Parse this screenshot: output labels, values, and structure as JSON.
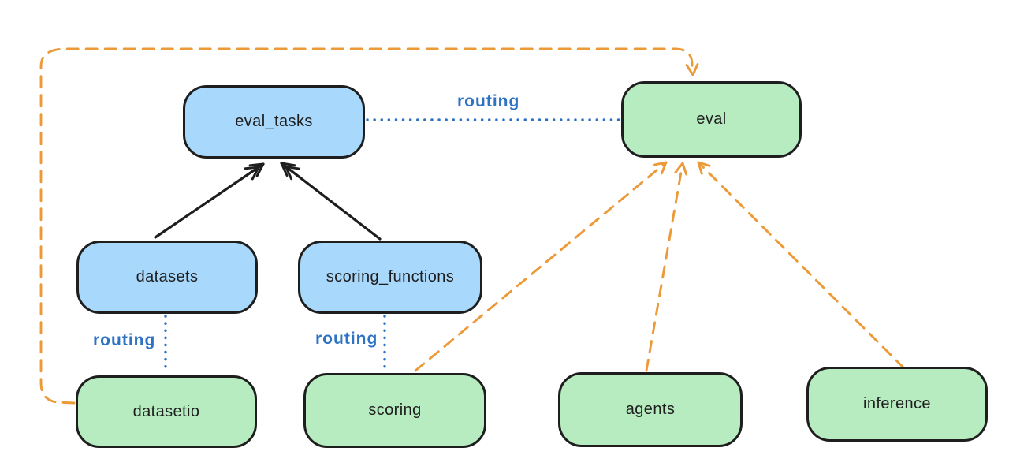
{
  "diagram": {
    "colors": {
      "blue_fill": "#a8d8fb",
      "green_fill": "#b7ecc0",
      "node_stroke": "#1e1e1e",
      "routing_blue": "#2e72c4",
      "orange_line": "#ec9a38"
    },
    "nodes": [
      {
        "id": "eval_tasks",
        "label": "eval_tasks",
        "color": "blue"
      },
      {
        "id": "eval",
        "label": "eval",
        "color": "green"
      },
      {
        "id": "datasets",
        "label": "datasets",
        "color": "blue"
      },
      {
        "id": "scoring_functions",
        "label": "scoring_functions",
        "color": "blue"
      },
      {
        "id": "datasetio",
        "label": "datasetio",
        "color": "green"
      },
      {
        "id": "scoring",
        "label": "scoring",
        "color": "green"
      },
      {
        "id": "agents",
        "label": "agents",
        "color": "green"
      },
      {
        "id": "inference",
        "label": "inference",
        "color": "green"
      }
    ],
    "edges": [
      {
        "from": "datasets",
        "to": "eval_tasks",
        "style": "solid-black-arrow",
        "label": ""
      },
      {
        "from": "scoring_functions",
        "to": "eval_tasks",
        "style": "solid-black-arrow",
        "label": ""
      },
      {
        "from": "eval_tasks",
        "to": "eval",
        "style": "dotted-blue",
        "label": "routing"
      },
      {
        "from": "datasets",
        "to": "datasetio",
        "style": "dotted-blue",
        "label": "routing"
      },
      {
        "from": "scoring_functions",
        "to": "scoring",
        "style": "dotted-blue",
        "label": "routing"
      },
      {
        "from": "datasetio",
        "to": "eval",
        "style": "dashed-orange-arrow",
        "label": ""
      },
      {
        "from": "scoring",
        "to": "eval",
        "style": "dashed-orange-arrow",
        "label": ""
      },
      {
        "from": "agents",
        "to": "eval",
        "style": "dashed-orange-arrow",
        "label": ""
      },
      {
        "from": "inference",
        "to": "eval",
        "style": "dashed-orange-arrow",
        "label": ""
      }
    ]
  }
}
